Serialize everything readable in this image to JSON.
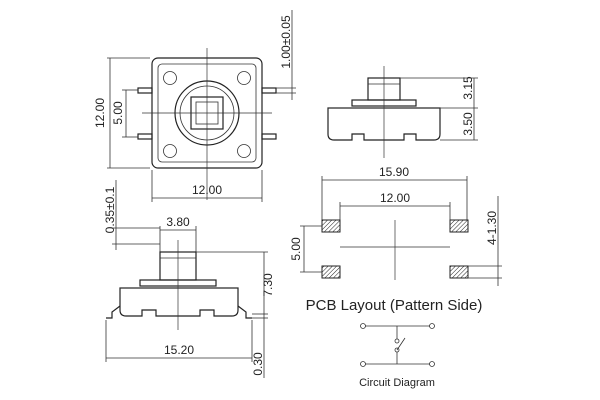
{
  "top_view": {
    "dim_width": "12.00",
    "dim_height": "12.00",
    "dim_pin_pitch": "5.00",
    "dim_lead": "1.00±0.05"
  },
  "side_view_right": {
    "dim_total_height": "3.15",
    "dim_body_height": "3.50"
  },
  "side_view_left": {
    "dim_actuator_width": "3.80",
    "dim_actuator_offset": "0.35±0.1",
    "dim_height": "7.30",
    "dim_overall_width": "15.20",
    "dim_lead_thickness": "0.30"
  },
  "pcb_layout": {
    "dim_outer_width": "15.90",
    "dim_inner_width": "12.00",
    "dim_pad_pitch": "5.00",
    "dim_pad_size": "4-1.30",
    "title": "PCB Layout (Pattern Side)"
  },
  "circuit": {
    "caption": "Circuit Diagram"
  }
}
